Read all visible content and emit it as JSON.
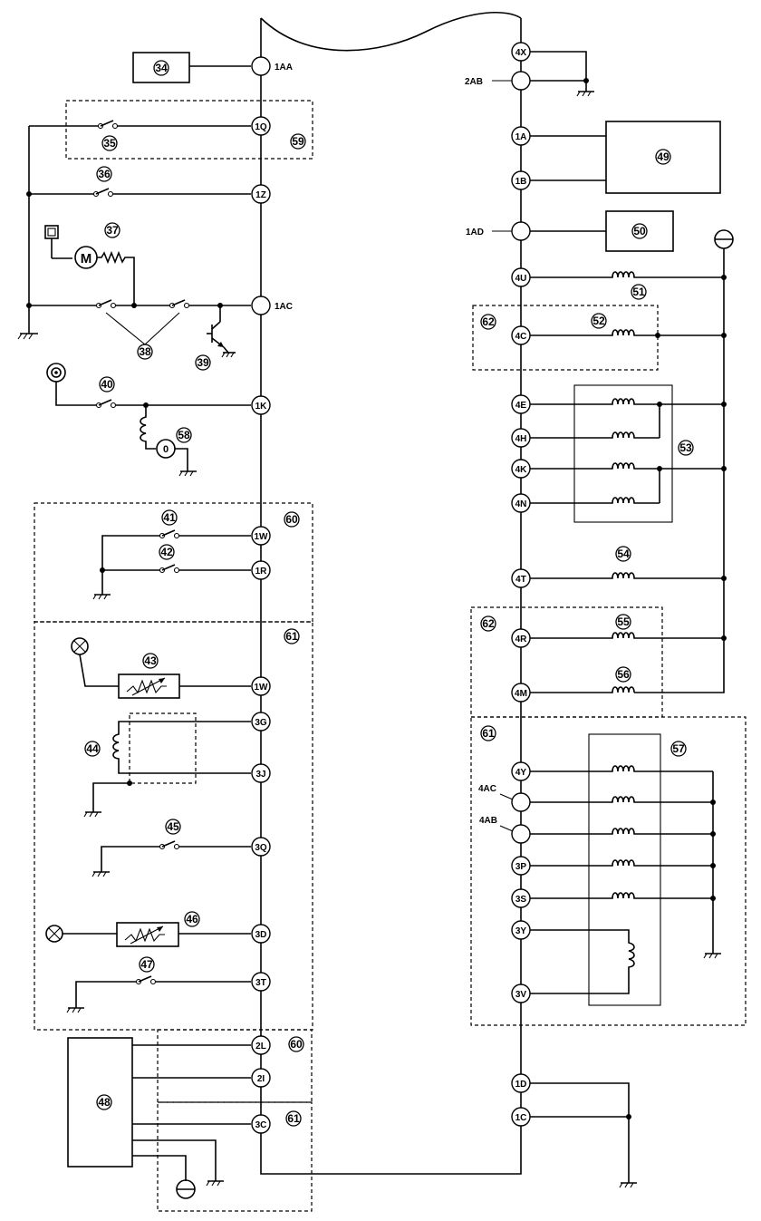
{
  "left_pins": [
    "1AA",
    "1Q",
    "1Z",
    "1AC",
    "1K",
    "1W",
    "1R",
    "1W",
    "3G",
    "3J",
    "3Q",
    "3D",
    "3T",
    "2L",
    "2I",
    "3C"
  ],
  "right_pins": [
    "4X",
    "2AB",
    "1A",
    "1B",
    "1AD",
    "4U",
    "4C",
    "4E",
    "4H",
    "4K",
    "4N",
    "4T",
    "4R",
    "4M",
    "4Y",
    "4AC",
    "4AB",
    "3P",
    "3S",
    "3Y",
    "3V",
    "1D",
    "1C"
  ],
  "components": [
    "34",
    "35",
    "36",
    "37",
    "38",
    "39",
    "40",
    "41",
    "42",
    "43",
    "44",
    "45",
    "46",
    "47",
    "48",
    "49",
    "50",
    "51",
    "52",
    "53",
    "54",
    "55",
    "56",
    "57",
    "58"
  ],
  "zones": [
    "59",
    "60",
    "61",
    "62",
    "60",
    "61",
    "62",
    "61"
  ],
  "icons": {
    "motor": "motor-icon",
    "lamp": "lamp-icon",
    "ground": "ground-icon",
    "coil": "coil-icon",
    "transistor": "transistor-icon",
    "sensor": "sensor-icon",
    "switch": "switch-icon"
  }
}
